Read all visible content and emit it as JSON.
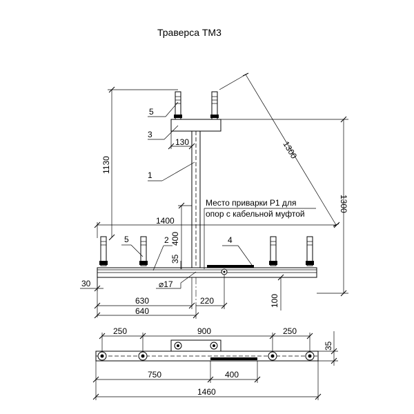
{
  "title": "Траверса ТМ3",
  "note_line1": "Место приварки Р1 для",
  "note_line2": "опор с кабельной муфтой",
  "part_labels": {
    "p5_top": "5",
    "p3": "3",
    "p1": "1",
    "p5_bottom": "5",
    "p2": "2",
    "p4": "4"
  },
  "dimensions": {
    "d1130": "1130",
    "d1300_diag": "1300",
    "d1300_vert": "1300",
    "d130": "130",
    "d1400": "1400",
    "d400_vert": "400",
    "d35_left": "35",
    "d30": "30",
    "d17": "⌀17",
    "d630": "630",
    "d640": "640",
    "d220": "220",
    "d100": "100",
    "d250_left": "250",
    "d900": "900",
    "d250_right": "250",
    "d35_plan": "35",
    "d750": "750",
    "d400_plan": "400",
    "d1460": "1460"
  }
}
